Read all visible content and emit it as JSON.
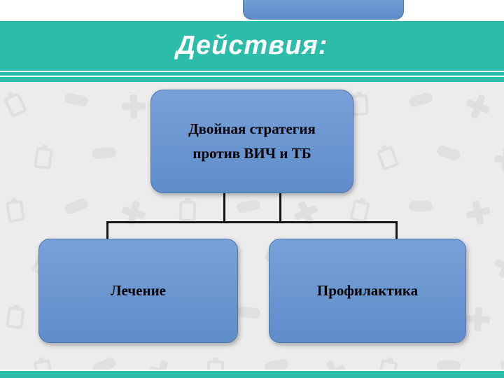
{
  "slide": {
    "title": "Действия:"
  },
  "diagram": {
    "root_label": "Двойная стратегия против ВИЧ и ТБ",
    "children": [
      {
        "label": "Лечение"
      },
      {
        "label": "Профилактика"
      }
    ]
  },
  "background_icons": [
    "clipboard-icon",
    "pill-icon",
    "plus-icon"
  ],
  "colors": {
    "band_teal": "#2cbcaa",
    "box_blue": "#6795d2",
    "box_border": "#4a78ae",
    "content_gray": "#ececec",
    "connector_black": "#151515",
    "title_white": "#ffffff"
  }
}
